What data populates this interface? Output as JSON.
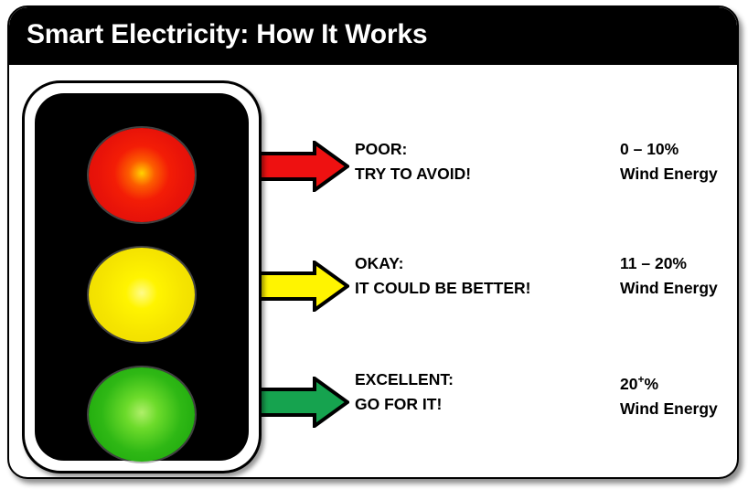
{
  "slide": {
    "title": "Smart Electricity: How It Works",
    "background_color": "#FFFFFF",
    "title_bar_color": "#000000",
    "title_text_color": "#FFFFFF",
    "border_color": "#000000"
  },
  "traffic_light": {
    "housing_color": "#000000",
    "lamps": [
      {
        "name": "red-lamp",
        "color": "#EE1111",
        "state": "lit"
      },
      {
        "name": "yellow-lamp",
        "color": "#FFF400",
        "state": "lit"
      },
      {
        "name": "green-lamp",
        "color": "#21B21B",
        "state": "lit"
      }
    ]
  },
  "rows": [
    {
      "arrow_name": "red-arrow",
      "arrow_color": "#EE1111",
      "arrow_outline": "#000000",
      "label_line1": "POOR:",
      "label_line2": "TRY TO AVOID!",
      "value_line1": "0 – 10%",
      "value_suffix": "",
      "value_line2": "Wind Energy"
    },
    {
      "arrow_name": "yellow-arrow",
      "arrow_color": "#FFF400",
      "arrow_outline": "#000000",
      "label_line1": "OKAY:",
      "label_line2": "IT COULD BE BETTER!",
      "value_line1": "11 – 20%",
      "value_suffix": "",
      "value_line2": "Wind Energy"
    },
    {
      "arrow_name": "green-arrow",
      "arrow_color": "#16A34F",
      "arrow_outline": "#000000",
      "label_line1": "EXCELLENT:",
      "label_line2": "GO FOR IT!",
      "value_prefix": "20",
      "value_suffix": "+",
      "value_unit": "%",
      "value_line2": "Wind Energy"
    }
  ]
}
